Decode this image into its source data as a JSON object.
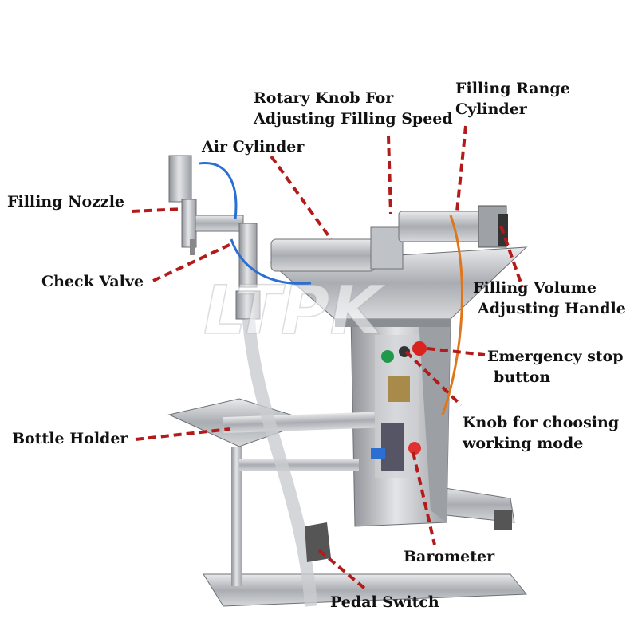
{
  "labels": {
    "rotary_knob": [
      "Rotary Knob For",
      "Adjusting Filling Speed"
    ],
    "filling_range": [
      "Filling Range",
      "Cylinder"
    ],
    "air_cylinder": "Air Cylinder",
    "filling_nozzle": "Filling Nozzle",
    "check_valve": "Check Valve",
    "volume_handle": [
      "Filling Volume",
      "Adjusting Handle"
    ],
    "emergency": [
      "Emergency stop",
      "button"
    ],
    "mode_knob": [
      "Knob for choosing",
      "working mode"
    ],
    "bottle_holder": "Bottle Holder",
    "barometer": "Barometer",
    "pedal_switch": "Pedal Switch"
  },
  "watermark": "LTPK",
  "colors": {
    "leader": "#b31b1b",
    "steel": "#b9bcc0",
    "steel_dark": "#7d8085",
    "emergency_red": "#d8231e",
    "green_button": "#1f9a4a",
    "blue_hose": "#2a6fd1",
    "orange_hose": "#e0761c"
  }
}
